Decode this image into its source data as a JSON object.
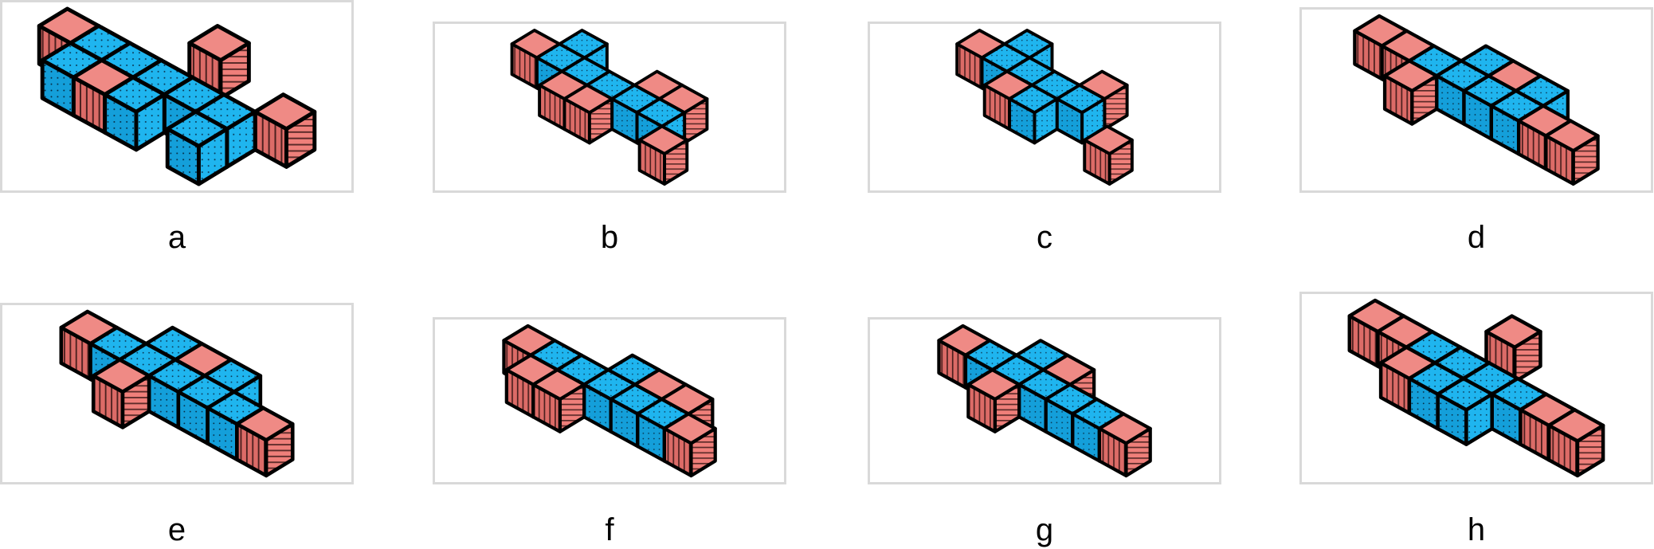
{
  "colors": {
    "pink": "#ef7f7a",
    "blue": "#1fb5ef",
    "border": "#d9d9d9"
  },
  "panels": [
    {
      "label": "a",
      "cubes": [
        [
          -2,
          0,
          0,
          "p"
        ],
        [
          -1,
          0,
          0,
          "b"
        ],
        [
          0,
          0,
          0,
          "b"
        ],
        [
          1,
          0,
          0,
          "b"
        ],
        [
          2,
          0,
          0,
          "b"
        ],
        [
          3,
          0,
          0,
          "b"
        ],
        [
          0,
          1,
          0,
          "p"
        ],
        [
          3,
          1,
          0,
          "b"
        ],
        [
          1,
          -2,
          0,
          "p"
        ],
        [
          4,
          -1,
          0,
          "p"
        ],
        [
          -1,
          1,
          0,
          "b"
        ],
        [
          1,
          1,
          0,
          "b"
        ]
      ]
    },
    {
      "label": "b",
      "cubes": [
        [
          -2,
          0,
          0,
          "p"
        ],
        [
          -1,
          0,
          0,
          "b"
        ],
        [
          0,
          0,
          0,
          "b"
        ],
        [
          1,
          0,
          0,
          "b"
        ],
        [
          2,
          0,
          0,
          "b"
        ],
        [
          3,
          0,
          0,
          "b"
        ],
        [
          0,
          1,
          0,
          "p"
        ],
        [
          1,
          1,
          0,
          "p"
        ],
        [
          2,
          -1,
          0,
          "p"
        ],
        [
          3,
          -1,
          0,
          "p"
        ],
        [
          4,
          1,
          0,
          "p"
        ],
        [
          -1,
          -1,
          0,
          "b"
        ]
      ]
    },
    {
      "label": "c",
      "cubes": [
        [
          -2,
          0,
          0,
          "p"
        ],
        [
          -1,
          0,
          0,
          "b"
        ],
        [
          0,
          0,
          0,
          "b"
        ],
        [
          1,
          0,
          0,
          "b"
        ],
        [
          2,
          0,
          0,
          "b"
        ],
        [
          2,
          -1,
          0,
          "p"
        ],
        [
          0,
          1,
          0,
          "p"
        ],
        [
          1,
          1,
          0,
          "b"
        ],
        [
          -1,
          -1,
          0,
          "b"
        ],
        [
          4,
          1,
          0,
          "p"
        ]
      ]
    },
    {
      "label": "d",
      "cubes": [
        [
          -2,
          0,
          0,
          "p"
        ],
        [
          -1,
          0,
          0,
          "p"
        ],
        [
          0,
          0,
          0,
          "b"
        ],
        [
          1,
          0,
          0,
          "b"
        ],
        [
          2,
          0,
          0,
          "b"
        ],
        [
          3,
          0,
          0,
          "b"
        ],
        [
          2,
          -1,
          0,
          "p"
        ],
        [
          4,
          0,
          0,
          "p"
        ],
        [
          5,
          0,
          0,
          "p"
        ],
        [
          0,
          1,
          0,
          "p"
        ],
        [
          1,
          -1,
          0,
          "b"
        ],
        [
          3,
          -1,
          0,
          "b"
        ]
      ]
    },
    {
      "label": "e",
      "cubes": [
        [
          -2,
          0,
          0,
          "p"
        ],
        [
          -1,
          0,
          0,
          "b"
        ],
        [
          0,
          0,
          0,
          "b"
        ],
        [
          1,
          0,
          0,
          "b"
        ],
        [
          2,
          0,
          0,
          "b"
        ],
        [
          3,
          0,
          0,
          "b"
        ],
        [
          1,
          -1,
          0,
          "p"
        ],
        [
          0,
          1,
          0,
          "p"
        ],
        [
          4,
          0,
          0,
          "p"
        ],
        [
          0,
          -1,
          0,
          "b"
        ],
        [
          2,
          -1,
          0,
          "b"
        ]
      ]
    },
    {
      "label": "f",
      "cubes": [
        [
          -2,
          0,
          0,
          "p"
        ],
        [
          -1,
          0,
          0,
          "b"
        ],
        [
          0,
          0,
          0,
          "b"
        ],
        [
          1,
          0,
          0,
          "b"
        ],
        [
          2,
          0,
          0,
          "b"
        ],
        [
          3,
          0,
          0,
          "b"
        ],
        [
          4,
          0,
          0,
          "p"
        ],
        [
          2,
          -1,
          0,
          "p"
        ],
        [
          3,
          -1,
          0,
          "p"
        ],
        [
          -1,
          1,
          0,
          "p"
        ],
        [
          0,
          1,
          0,
          "p"
        ],
        [
          1,
          -1,
          0,
          "b"
        ]
      ]
    },
    {
      "label": "g",
      "cubes": [
        [
          -2,
          0,
          0,
          "p"
        ],
        [
          -1,
          0,
          0,
          "b"
        ],
        [
          0,
          0,
          0,
          "b"
        ],
        [
          1,
          0,
          0,
          "b"
        ],
        [
          2,
          0,
          0,
          "b"
        ],
        [
          3,
          0,
          0,
          "b"
        ],
        [
          4,
          0,
          0,
          "p"
        ],
        [
          1,
          -1,
          0,
          "p"
        ],
        [
          0,
          1,
          0,
          "p"
        ],
        [
          0,
          -1,
          0,
          "b"
        ]
      ]
    },
    {
      "label": "h",
      "cubes": [
        [
          -2,
          0,
          0,
          "p"
        ],
        [
          -1,
          0,
          0,
          "p"
        ],
        [
          0,
          0,
          0,
          "b"
        ],
        [
          1,
          0,
          0,
          "b"
        ],
        [
          2,
          0,
          0,
          "b"
        ],
        [
          3,
          0,
          0,
          "b"
        ],
        [
          4,
          0,
          0,
          "p"
        ],
        [
          5,
          0,
          0,
          "p"
        ],
        [
          1,
          -2,
          0,
          "p"
        ],
        [
          0,
          1,
          0,
          "p"
        ],
        [
          1,
          1,
          0,
          "b"
        ],
        [
          2,
          1,
          0,
          "b"
        ]
      ]
    }
  ]
}
